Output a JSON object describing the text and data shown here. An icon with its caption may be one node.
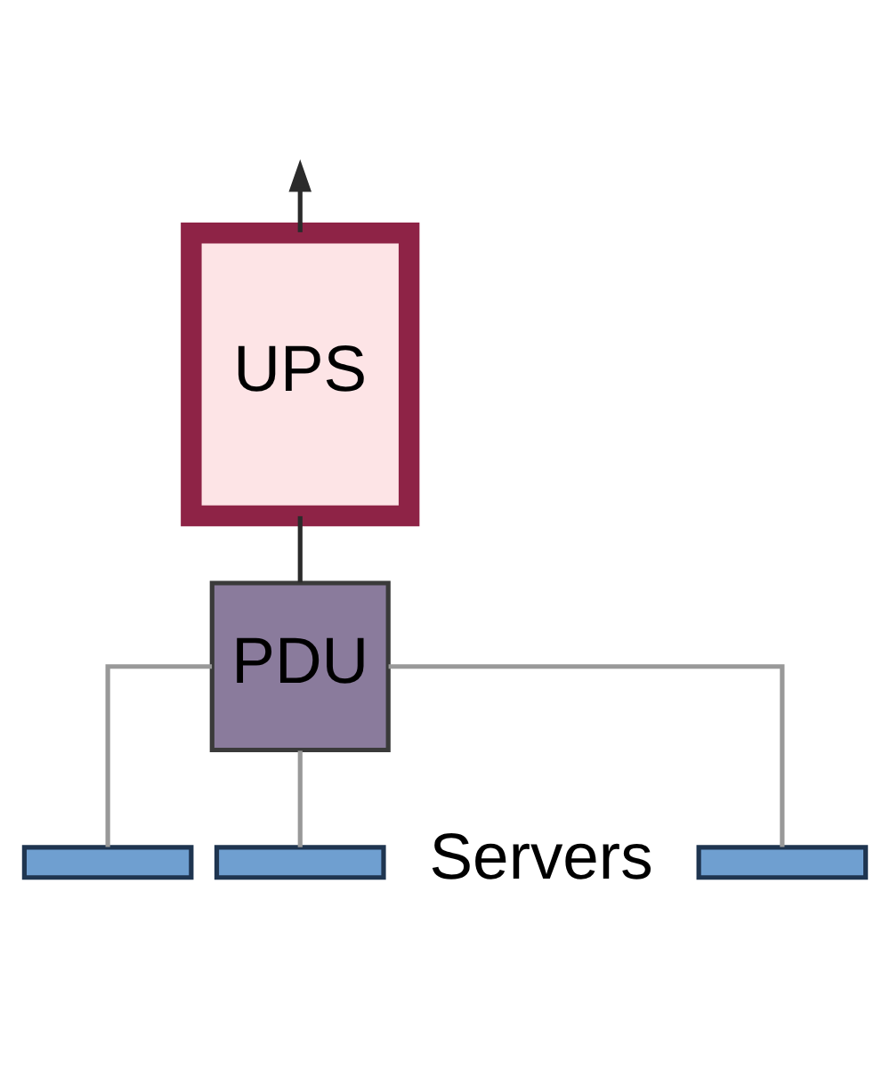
{
  "diagram": {
    "nodes": [
      {
        "text": [
          "UPS"
        ]
      },
      {
        "text": [
          "PDU"
        ]
      },
      {
        "text": [],
        "shape": "bar"
      },
      {
        "text": [],
        "shape": "bar"
      },
      {
        "text": [],
        "shape": "bar"
      }
    ],
    "edges": [
      {
        "from": 0,
        "to": null,
        "arrow": "to",
        "color": "#2b2b2b"
      },
      {
        "from": 0,
        "to": 1,
        "arrow": "none",
        "color": "#2b2b2b"
      },
      {
        "from": 1,
        "to": 2,
        "arrow": "none"
      },
      {
        "from": 1,
        "to": 3,
        "arrow": "none"
      },
      {
        "from": 1,
        "to": 4,
        "arrow": "none"
      }
    ],
    "labels": [
      "Servers"
    ]
  }
}
